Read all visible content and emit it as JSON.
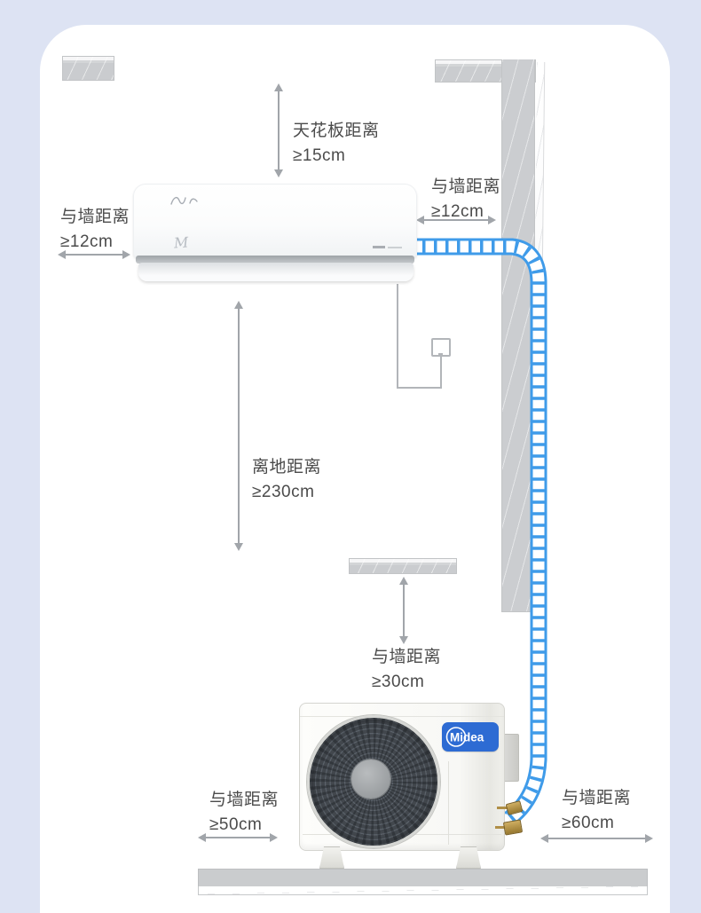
{
  "colors": {
    "page_bg": "#dde3f3",
    "card_bg": "#ffffff",
    "pipe": "#3f9be9",
    "arrow": "#a1a5aa",
    "label": "#4b4b4b",
    "midea_blue": "#2d6bd3"
  },
  "clearances": {
    "ceiling": {
      "title": "天花板距离",
      "value": "≥15cm"
    },
    "wall_right": {
      "title": "与墙距离",
      "value": "≥12cm"
    },
    "wall_left": {
      "title": "与墙距离",
      "value": "≥12cm"
    },
    "ground": {
      "title": "离地距离",
      "value": "≥230cm"
    },
    "rear_wall": {
      "title": "与墙距离",
      "value": "≥30cm"
    },
    "outdoor_left": {
      "title": "与墙距离",
      "value": "≥50cm"
    },
    "outdoor_right": {
      "title": "与墙距离",
      "value": "≥60cm"
    }
  },
  "outdoor_unit": {
    "brand": "Midea"
  }
}
